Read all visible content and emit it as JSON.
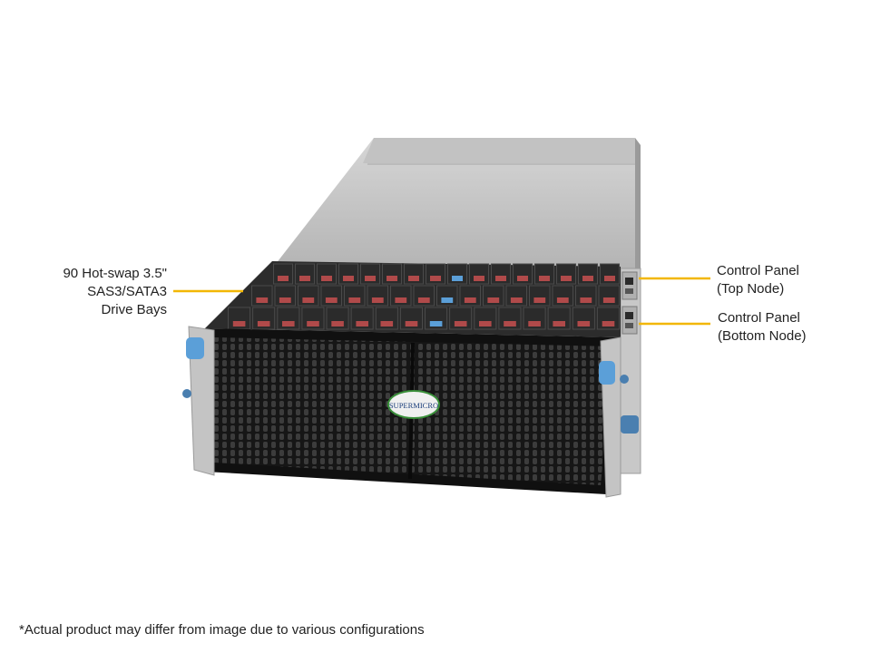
{
  "callouts": {
    "drive_bays": [
      "90 Hot-swap 3.5\"",
      "SAS3/SATA3",
      "Drive Bays"
    ],
    "top_node": [
      "Control Panel",
      "(Top Node)"
    ],
    "bottom_node": [
      "Control Panel",
      "(Bottom Node)"
    ]
  },
  "logo_text": "SUPERMICRO",
  "disclaimer": "*Actual product may differ from image due to various configurations",
  "colors": {
    "callout_line": "#f2b705",
    "chassis_top": "#c9c9c9",
    "drive_tray": "#2b2b2b",
    "drive_accent": "#b04a4a",
    "latch_blue": "#5b9fd8",
    "front_grille": "#1e1e1e"
  }
}
